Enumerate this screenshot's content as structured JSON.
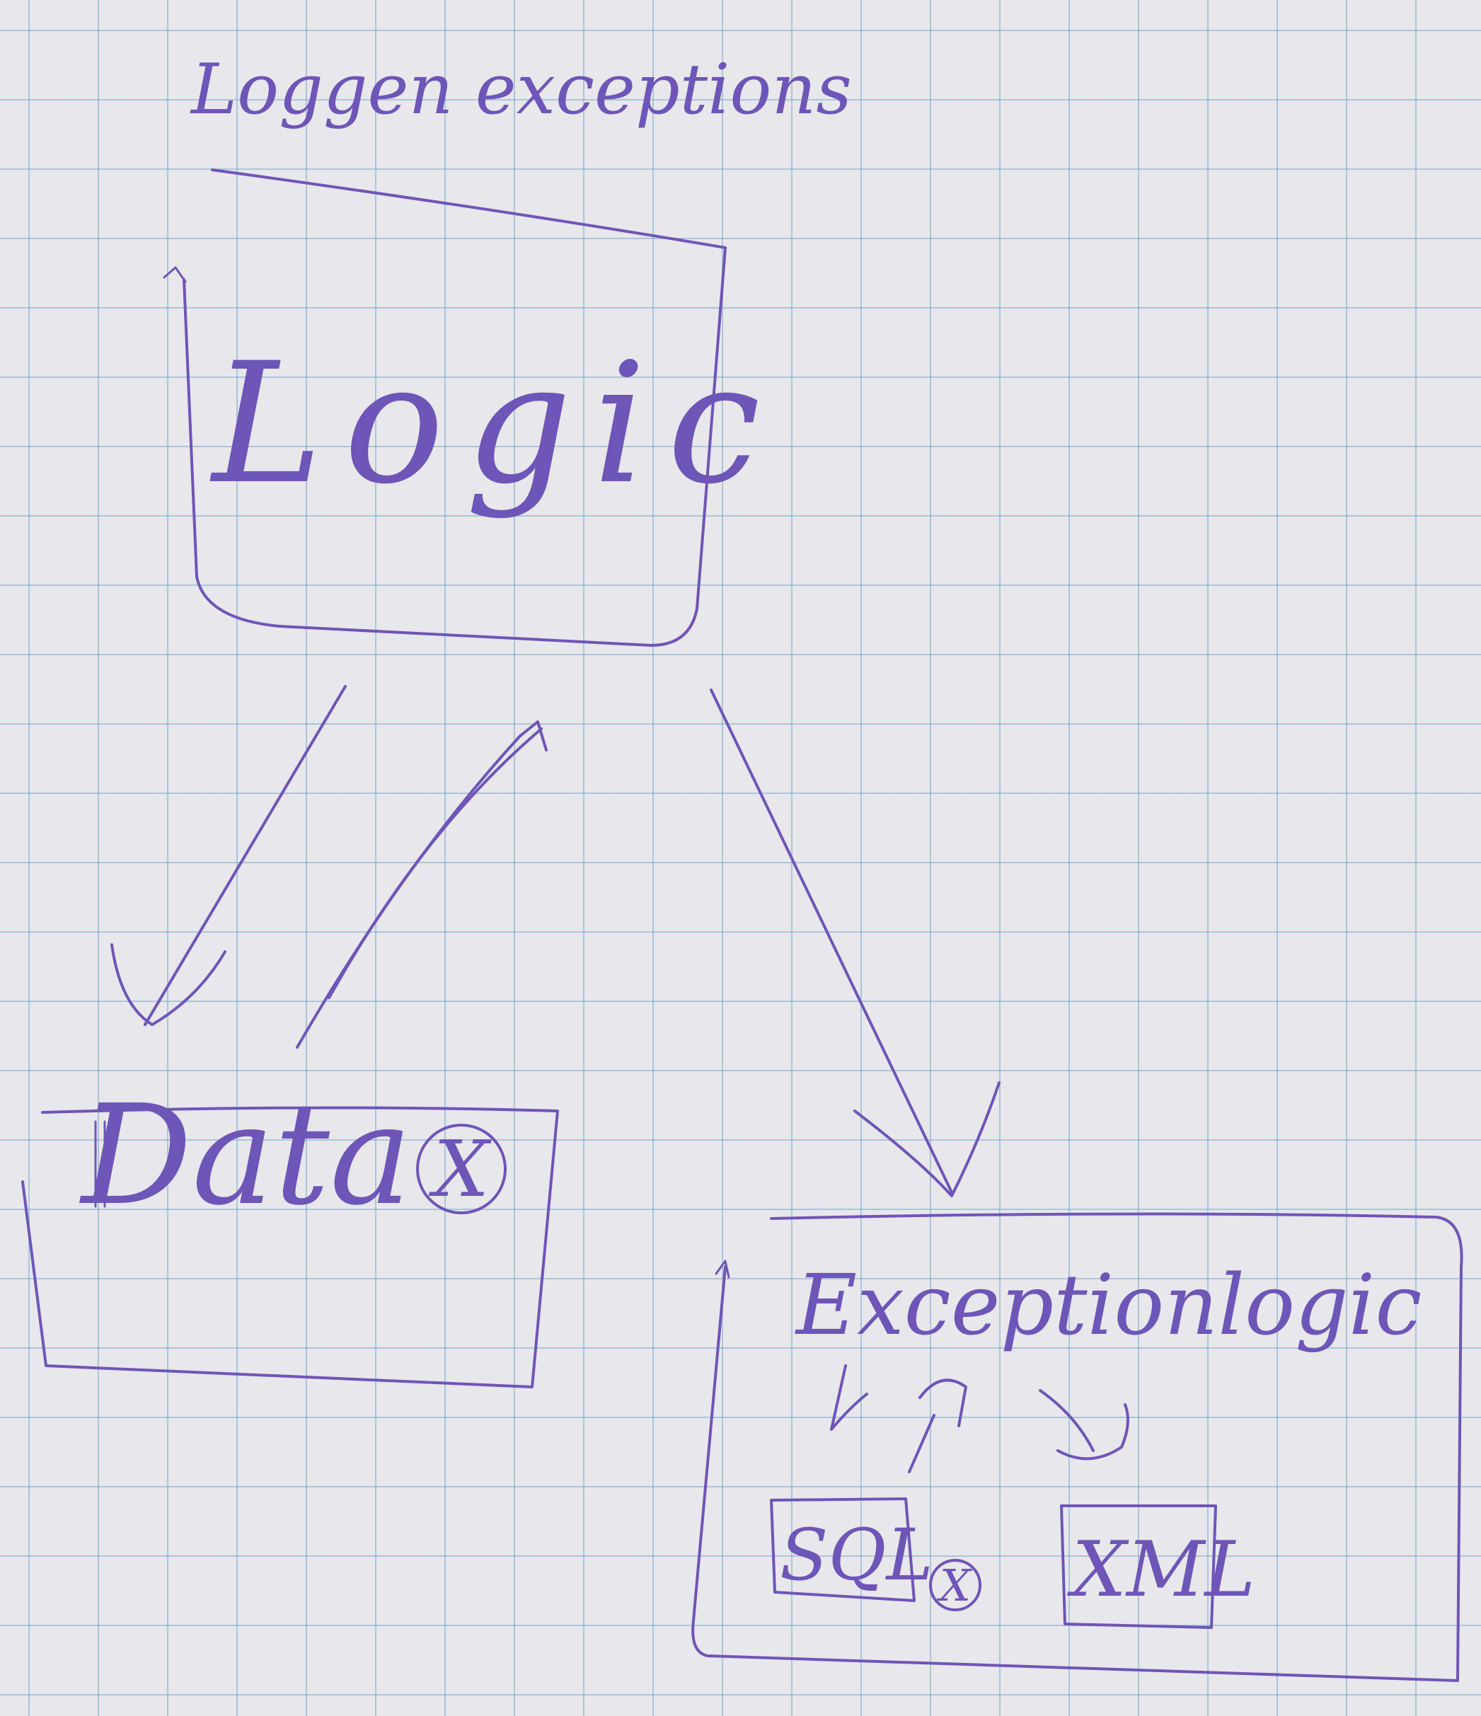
{
  "colors": {
    "ink": "#6e55b8",
    "paper": "#e8e7eb",
    "grid": "#78aacd"
  },
  "diagram": {
    "title": "Loggen exceptions",
    "nodes": {
      "logic": {
        "label": "Logic"
      },
      "data": {
        "label": "Data",
        "badge": "X"
      },
      "exception_logic": {
        "label": "Exceptionlogic",
        "children": {
          "sql": {
            "label": "SQL",
            "badge": "X"
          },
          "xml": {
            "label": "XML"
          }
        }
      }
    },
    "edges": [
      {
        "from": "logic",
        "to": "data"
      },
      {
        "from": "data",
        "to": "logic"
      },
      {
        "from": "logic",
        "to": "exception_logic"
      },
      {
        "from": "exception_logic",
        "to": "sql"
      },
      {
        "from": "sql",
        "to": "exception_logic"
      },
      {
        "from": "exception_logic",
        "to": "xml"
      }
    ]
  }
}
